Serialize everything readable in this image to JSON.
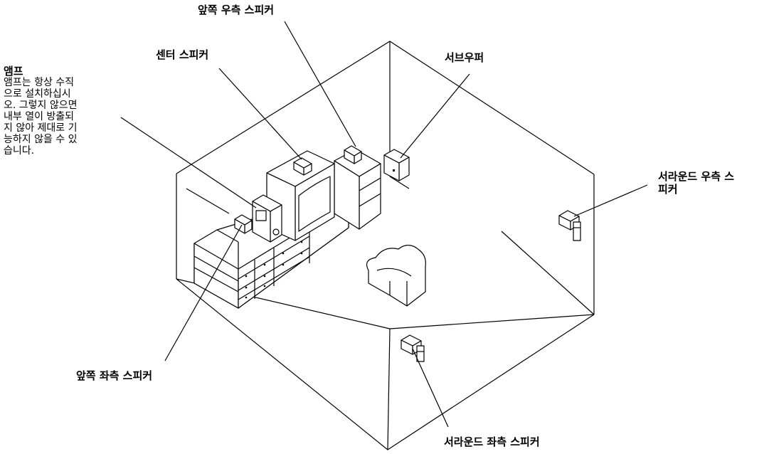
{
  "labels": {
    "front_right": "앞쪽 우측 스피커",
    "center": "센터 스피커",
    "subwoofer": "서브우퍼",
    "surround_right_line1": "서라운드 우측 스",
    "surround_right_line2": "피커",
    "front_left": "앞쪽 좌측 스피커",
    "surround_left": "서라운드 좌측 스피커"
  },
  "amp_note": {
    "title": "앰프",
    "body": "앰프는 항상 수직\n으로 설치하십시\n오. 그렇지 않으면\n내부 열이 방출되\n지 않아 제대로 기\n능하지 않을 수 있\n습니다."
  }
}
